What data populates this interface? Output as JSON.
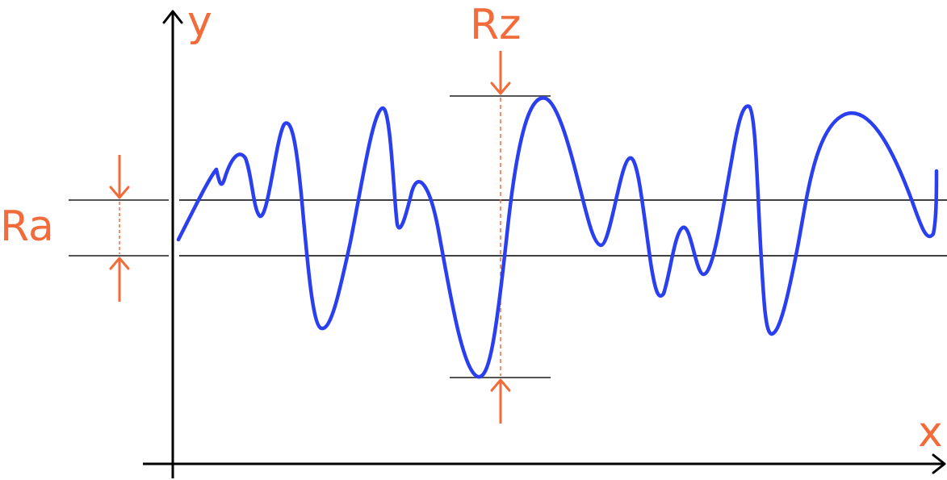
{
  "labels": {
    "y_axis": "y",
    "x_axis": "x",
    "ra": "Ra",
    "rz": "Rz"
  },
  "colors": {
    "profile": "#2a3ff0",
    "annotation": "#f26b3a",
    "axis": "#000000",
    "reference_line": "#000000",
    "extent_line": "#555555"
  }
}
